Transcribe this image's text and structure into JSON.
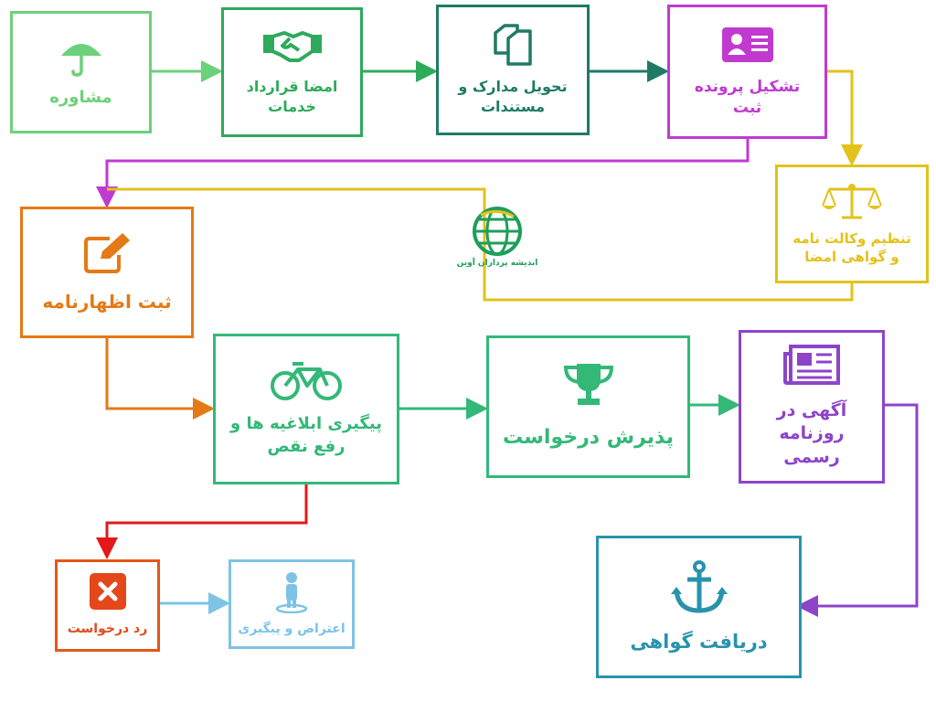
{
  "colors": {
    "light_green": "#6cd17a",
    "green": "#2eaa5b",
    "dark_teal": "#1f7a66",
    "magenta": "#c03ad0",
    "gold": "#e3c21b",
    "orange": "#e37a15",
    "mint": "#33b878",
    "violet": "#8d44c9",
    "red": "#e4171a",
    "sky": "#7cc3e6",
    "cyan": "#2893ac"
  },
  "nodes": {
    "consult": {
      "label": "مشاوره",
      "icon": "umbrella-icon"
    },
    "contract": {
      "label": "امضا قرارداد خدمات",
      "icon": "handshake-icon"
    },
    "documents": {
      "label": "تحویل مدارک و مستندات",
      "icon": "copy-documents-icon"
    },
    "file": {
      "label": "تشکیل پرونده ثبت",
      "icon": "id-card-icon"
    },
    "power": {
      "label": "تنظیم وکالت نامه و گواهی امضا",
      "icon": "balance-scale-icon"
    },
    "declaration": {
      "label": "ثبت اظهارنامه",
      "icon": "edit-icon"
    },
    "followup": {
      "label": "پیگیری ابلاغیه ها و رفع نقص",
      "icon": "bicycle-icon"
    },
    "accept": {
      "label": "پذیرش درخواست",
      "icon": "trophy-icon"
    },
    "gazette": {
      "label": "آگهی در روزنامه رسمی",
      "icon": "newspaper-icon"
    },
    "reject": {
      "label": "رد درخواست",
      "icon": "close-icon"
    },
    "objection": {
      "label": "اعتراض و پیگیری",
      "icon": "person-icon"
    },
    "certificate": {
      "label": "دریافت گواهی",
      "icon": "anchor-icon"
    }
  },
  "logo": {
    "caption": "اندیشه پردازان آوین"
  }
}
